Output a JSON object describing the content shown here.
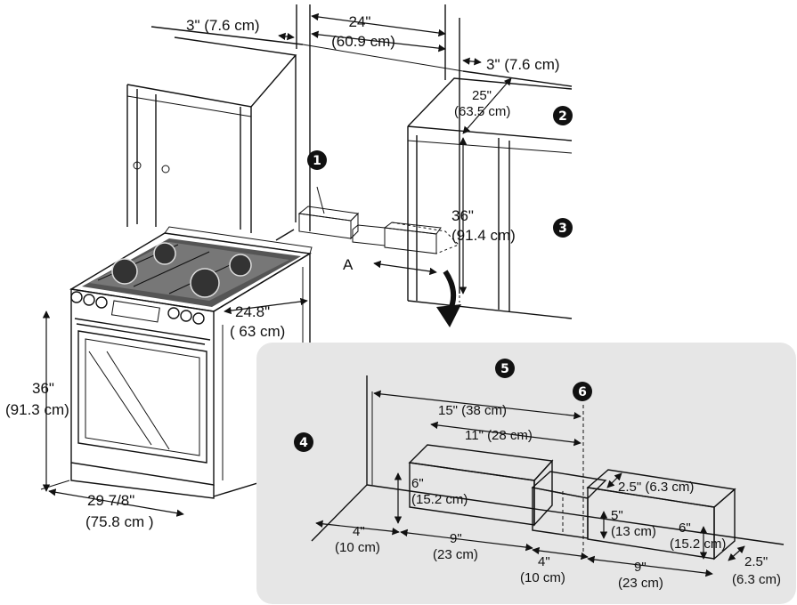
{
  "dimensions": {
    "top_left_offset": "3\" (7.6 cm)",
    "cabinet_width_in": "24\"",
    "cabinet_width_cm": "(60.9 cm)",
    "top_right_offset": "3\" (7.6 cm)",
    "cabinet_depth_in": "25\"",
    "cabinet_depth_cm": "(63.5 cm)",
    "cabinet_height_in": "36\"",
    "cabinet_height_cm": "(91.4 cm)",
    "range_depth_in": "24.8\"",
    "range_depth_cm": "( 63  cm)",
    "range_height_in": "36\"",
    "range_height_cm": "(91.3 cm)",
    "range_width_in": "29  7/8\"",
    "range_width_cm": "(75.8 cm )",
    "point_a": "A"
  },
  "detail": {
    "dist_15": "15\" (38 cm)",
    "dist_11": "11\" (28 cm)",
    "block1_h_in": "6\"",
    "block1_h_cm": "(15.2 cm)",
    "wall_gap_in": "4\"",
    "wall_gap_cm": "(10 cm)",
    "block1_len_in": "9\"",
    "block1_len_cm": "(23 cm)",
    "mid_h_in": "5\"",
    "mid_h_cm": "(13 cm)",
    "mid_len_in": "4\"",
    "mid_len_cm": "(10 cm)",
    "block2_len_in": "9\"",
    "block2_len_cm": "(23 cm)",
    "block2_depth": "2.5\" (6.3 cm)",
    "block2_h_in": "6\"",
    "block2_h_cm": "(15.2 cm)",
    "block2_side_in": "2.5\"",
    "block2_side_cm": "(6.3 cm)"
  },
  "badges": [
    "1",
    "2",
    "3",
    "4",
    "5",
    "6"
  ]
}
